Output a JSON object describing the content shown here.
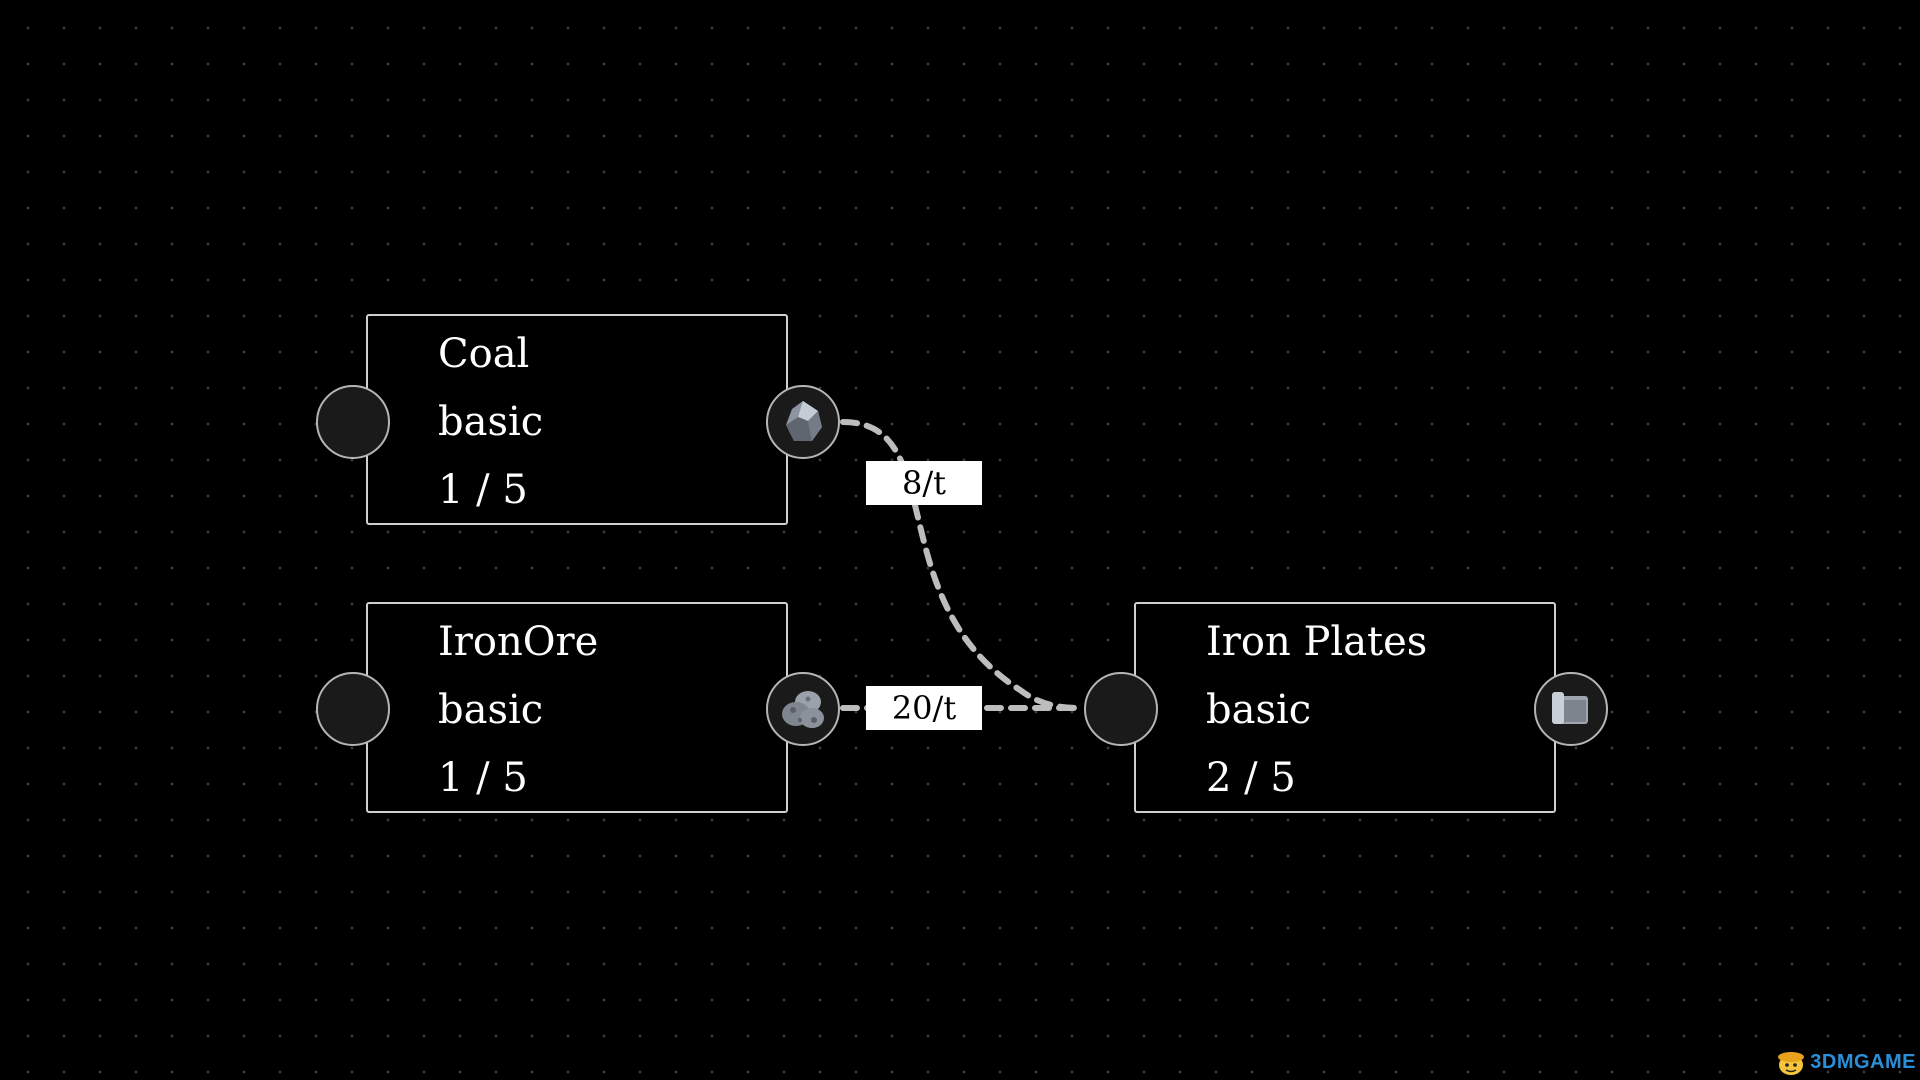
{
  "nodes": {
    "coal": {
      "title": "Coal",
      "tier": "basic",
      "count": "1 / 5"
    },
    "iron_ore": {
      "title": "IronOre",
      "tier": "basic",
      "count": "1 / 5"
    },
    "iron_plates": {
      "title": "Iron Plates",
      "tier": "basic",
      "count": "2 / 5"
    }
  },
  "links": [
    {
      "from": "coal",
      "to": "iron_plates",
      "rate": "8/t"
    },
    {
      "from": "iron_ore",
      "to": "iron_plates",
      "rate": "20/t"
    }
  ],
  "icons": {
    "coal_output": "coal-chunk-icon",
    "iron_ore_output": "iron-ore-rock-icon",
    "iron_plates_output": "iron-plate-icon"
  },
  "colors": {
    "background": "#000000",
    "grid_dot": "#3a3a3a",
    "node_border": "#cfcfcf",
    "link_stroke": "#bdbdbd",
    "label_bg": "#ffffff"
  },
  "watermark": {
    "text": "3DMGAME"
  }
}
